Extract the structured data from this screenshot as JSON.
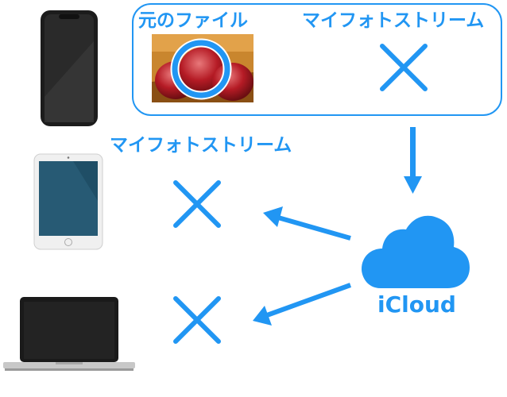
{
  "phone_box": {
    "original_file_label": "元のファイル",
    "photostream_label": "マイフォトストリーム"
  },
  "tablet": {
    "photostream_label": "マイフォトストリーム"
  },
  "cloud": {
    "label": "iCloud"
  },
  "colors": {
    "accent": "#2196f3",
    "outline": "#2196f3"
  },
  "icons": {
    "not_synced": "x-icon",
    "cloud": "cloud-icon",
    "arrow": "arrow-icon"
  }
}
